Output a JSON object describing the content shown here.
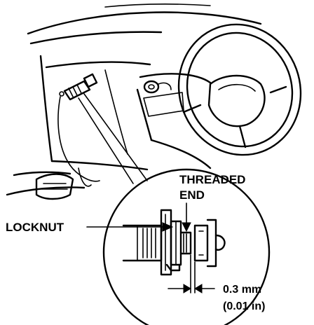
{
  "labels": {
    "threaded_end_line1": "THREADED",
    "threaded_end_line2": "END",
    "locknut": "LOCKNUT",
    "gap_metric": "0.3 mm",
    "gap_imperial": "(0.01 in)"
  }
}
